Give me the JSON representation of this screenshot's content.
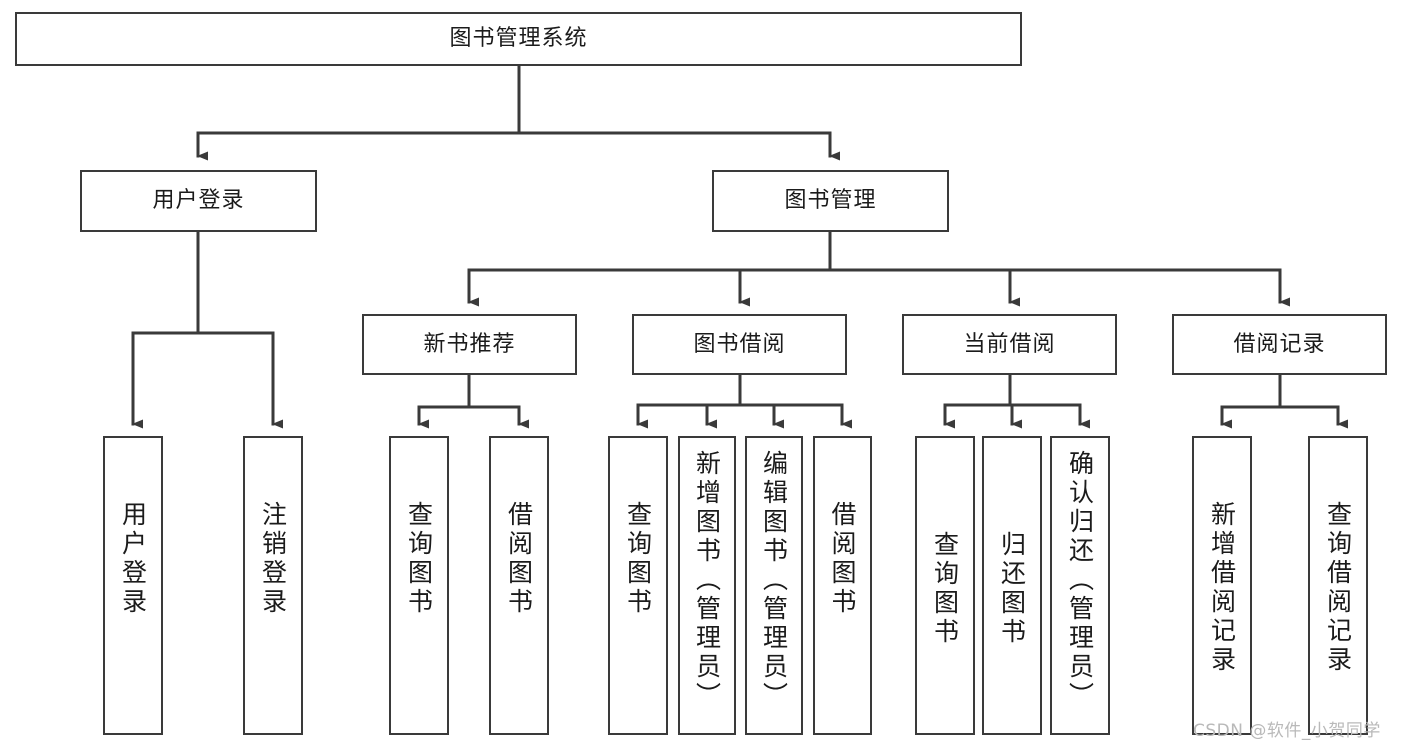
{
  "diagram": {
    "title_node": {
      "label": "图书管理系统"
    },
    "level2": [
      {
        "label": "用户登录"
      },
      {
        "label": "图书管理"
      }
    ],
    "level3": [
      {
        "label": "新书推荐"
      },
      {
        "label": "图书借阅"
      },
      {
        "label": "当前借阅"
      },
      {
        "label": "借阅记录"
      }
    ],
    "leaves": {
      "user_login": [
        {
          "label": "用户登录"
        },
        {
          "label": "注销登录"
        }
      ],
      "new_book_recommend": [
        {
          "label": "查询图书"
        },
        {
          "label": "借阅图书"
        }
      ],
      "book_borrow": [
        {
          "label": "查询图书"
        },
        {
          "label": "新增图书（管理员）"
        },
        {
          "label": "编辑图书（管理员）"
        },
        {
          "label": "借阅图书"
        }
      ],
      "current_borrow": [
        {
          "label": "查询图书"
        },
        {
          "label": "归还图书"
        },
        {
          "label": "确认归还（管理员）"
        }
      ],
      "borrow_record": [
        {
          "label": "新增借阅记录"
        },
        {
          "label": "查询借阅记录"
        }
      ]
    },
    "watermark": {
      "text": "CSDN @软件_小贺同学"
    },
    "colors": {
      "box_border": "#3a3a3a",
      "connector": "#3a3a3a",
      "text": "#1b1b1b",
      "background": "#ffffff",
      "watermark": "#b9b9b9"
    }
  }
}
